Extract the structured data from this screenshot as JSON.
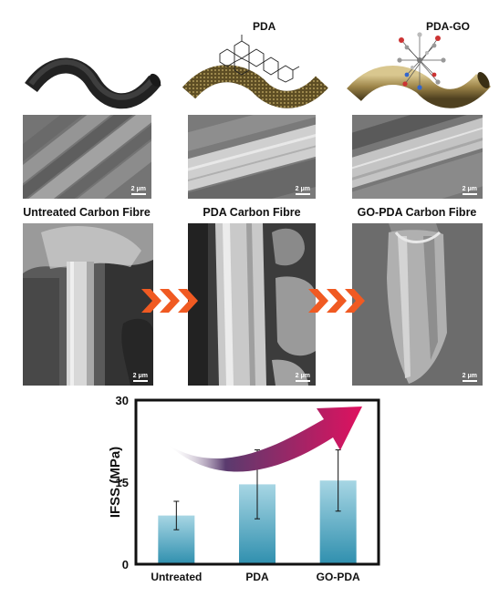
{
  "top_labels": {
    "pda": "PDA",
    "pda_go": "PDA-GO"
  },
  "captions": {
    "untreated": "Untreated Carbon Fibre",
    "pda": "PDA Carbon Fibre",
    "go_pda": "GO-PDA Carbon Fibre"
  },
  "scale_bar": "2 μm",
  "colors": {
    "untreated_fibre": "#3a3a3a",
    "pda_fibre": "#6b5a2e",
    "pdago_fibre": "#a08a52",
    "arrow_orange": "#f05a22",
    "bar_top": "#a7d6e4",
    "bar_bottom": "#2f8fae",
    "curve_arrow_start": "#5a3b6e",
    "curve_arrow_end": "#e0115f"
  },
  "chart_data": {
    "type": "bar",
    "categories": [
      "Untreated",
      "PDA",
      "GO-PDA"
    ],
    "values": [
      8.9,
      14.6,
      15.3
    ],
    "error": [
      2.6,
      6.3,
      5.6
    ],
    "ylabel": "IFSS (MPa)",
    "ylim": [
      0,
      30
    ],
    "yticks": [
      "0",
      "15",
      "30"
    ],
    "ytick_values": [
      0,
      15,
      30
    ],
    "grid": false,
    "title": ""
  }
}
